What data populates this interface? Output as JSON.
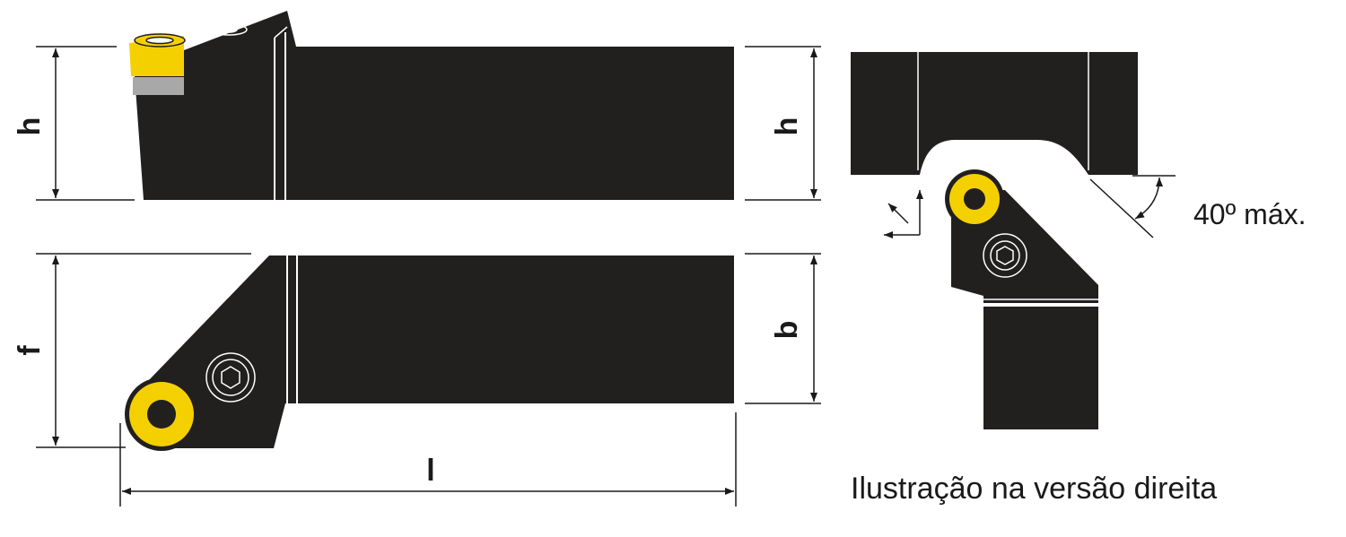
{
  "colors": {
    "body": "#221f1f",
    "insert_yellow": "#f5d000",
    "insert_grey": "#a8a8a8",
    "line": "#1a1a1a",
    "background": "#ffffff"
  },
  "labels": {
    "side_h": "h",
    "end_h": "h",
    "f": "f",
    "b": "b",
    "l": "l",
    "angle": "40º máx.",
    "caption": "Ilustração na versão direita"
  },
  "icons": [
    "hex-screw-icon",
    "hex-screw-icon",
    "hex-screw-icon",
    "feed-direction-arrows-icon"
  ]
}
